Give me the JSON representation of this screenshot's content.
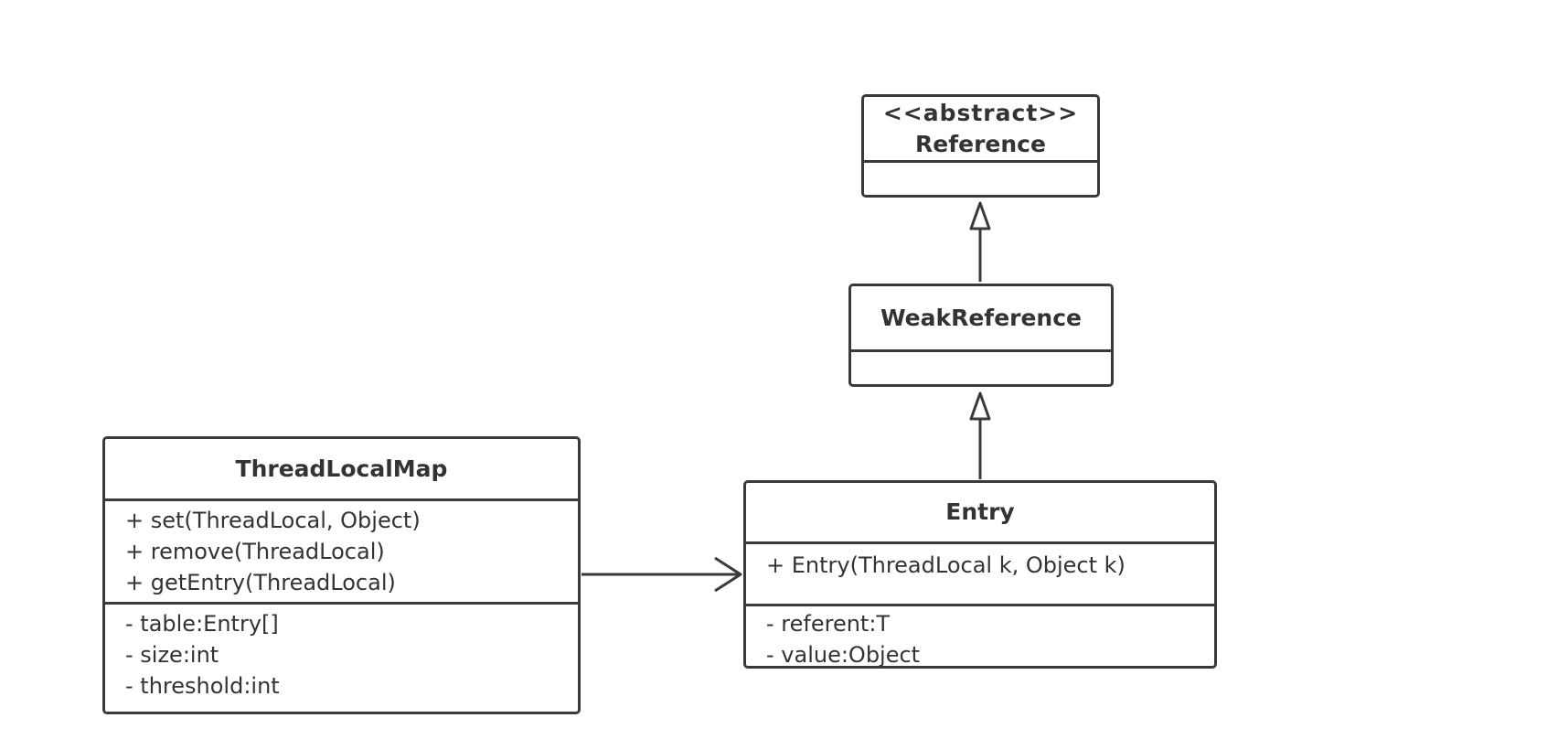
{
  "classes": {
    "reference": {
      "stereotype": "<<abstract>>",
      "name": "Reference"
    },
    "weak_reference": {
      "name": "WeakReference"
    },
    "entry": {
      "name": "Entry",
      "methods": [
        "+ Entry(ThreadLocal k, Object k)"
      ],
      "fields": [
        "- referent:T",
        "- value:Object"
      ]
    },
    "thread_local_map": {
      "name": "ThreadLocalMap",
      "methods": [
        "+ set(ThreadLocal, Object)",
        "+ remove(ThreadLocal)",
        "+ getEntry(ThreadLocal)"
      ],
      "fields": [
        "- table:Entry[]",
        "- size:int",
        "- threshold:int"
      ]
    }
  },
  "relations": [
    {
      "type": "generalization",
      "from": "WeakReference",
      "to": "Reference"
    },
    {
      "type": "generalization",
      "from": "Entry",
      "to": "WeakReference"
    },
    {
      "type": "association",
      "from": "ThreadLocalMap",
      "to": "Entry"
    }
  ],
  "colors": {
    "stroke": "#3a3a3a",
    "text": "#333333",
    "background": "#ffffff"
  }
}
